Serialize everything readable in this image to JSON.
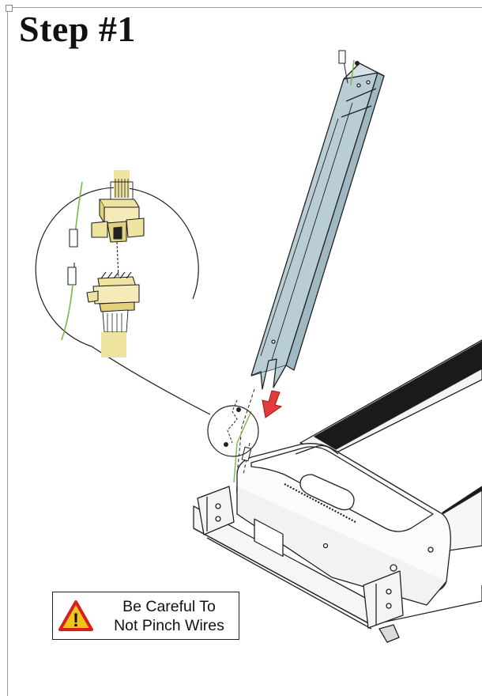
{
  "header": {
    "title": "Step #1"
  },
  "warning": {
    "icon": "warning-triangle-icon",
    "line1": "Be Careful To",
    "line2": "Not Pinch Wires",
    "colors": {
      "triangle_fill": "#f2c318",
      "triangle_border": "#d42020"
    }
  },
  "illustration": {
    "icons": [
      "upright-post",
      "wire-connector-detail",
      "treadmill-base",
      "red-direction-arrow"
    ],
    "colors": {
      "post": "#b9cdd4",
      "cable": "#efe3a0",
      "wire": "#79b84a",
      "arrow": "#e23b3b",
      "belt": "#1a1a1a"
    }
  }
}
